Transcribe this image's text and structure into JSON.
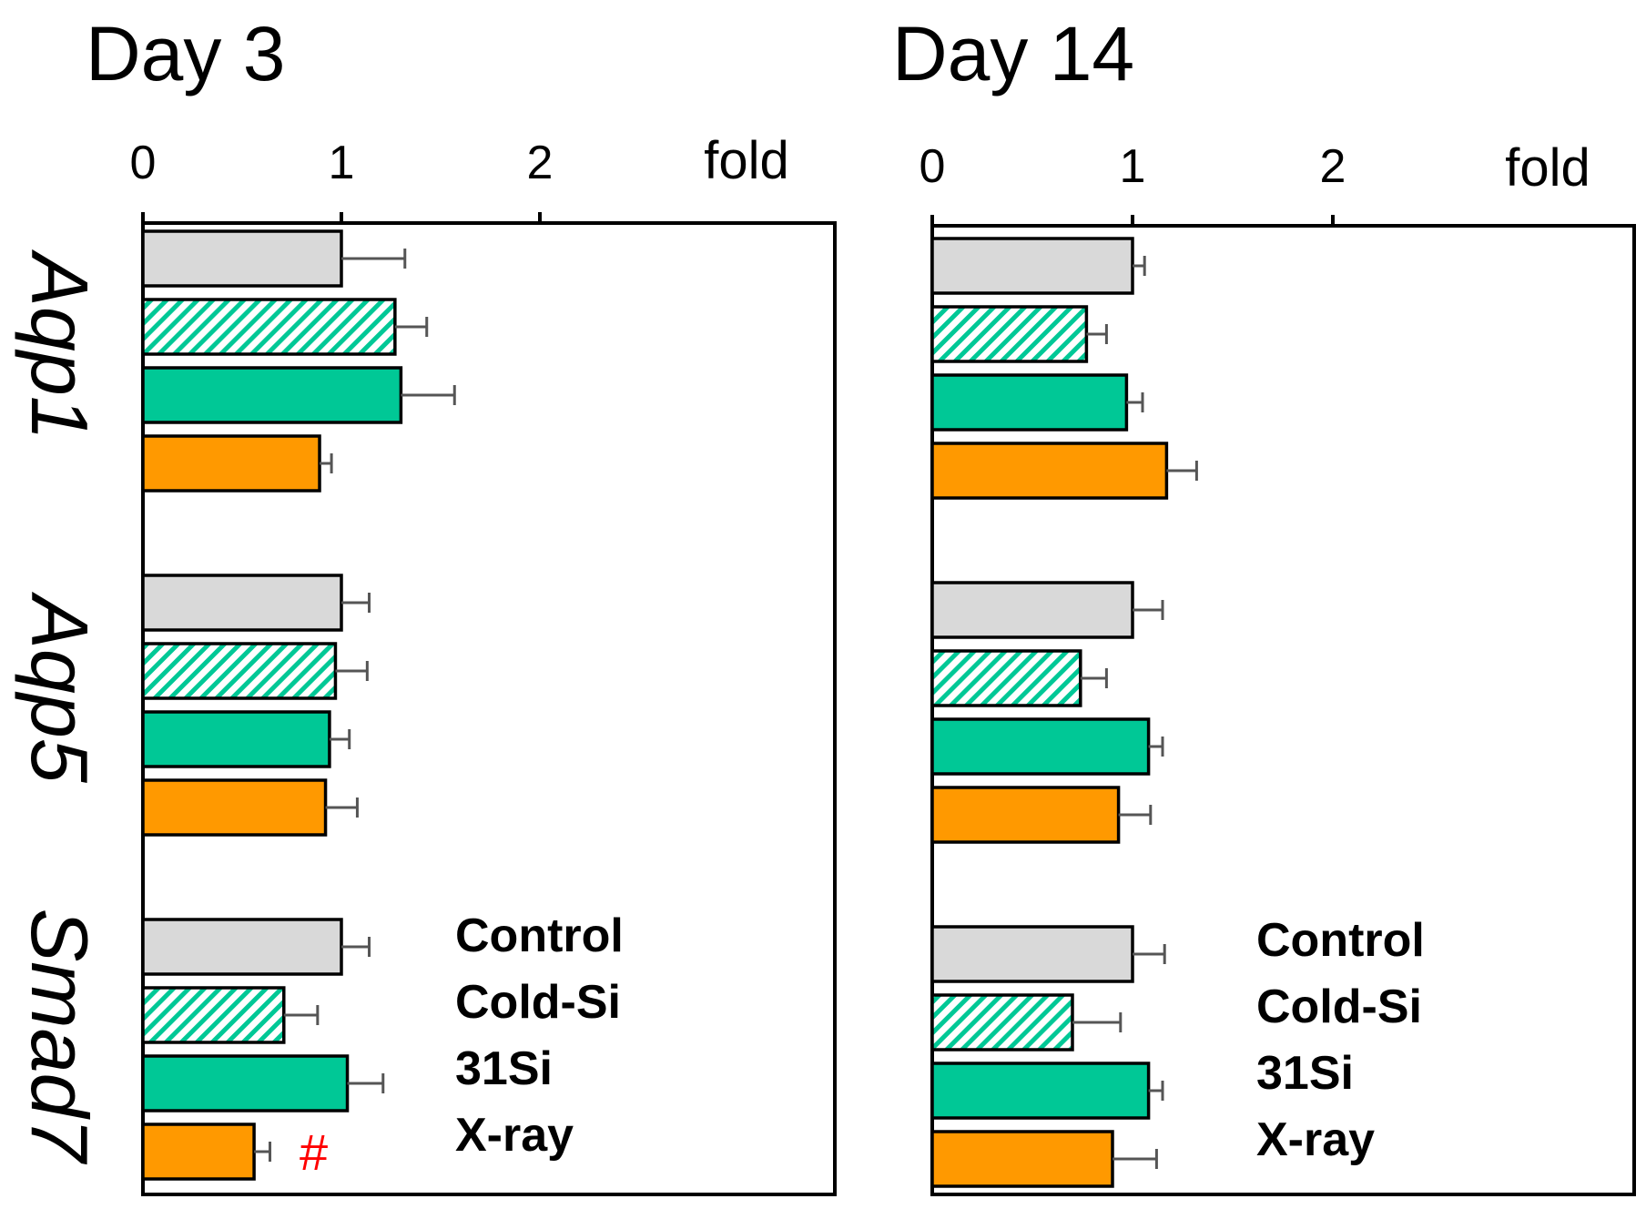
{
  "chart_data": [
    {
      "type": "bar",
      "orientation": "horizontal",
      "title": "Day 3",
      "unit_label": "fold",
      "ticks": [
        0,
        1,
        2
      ],
      "xlim": [
        0,
        3.5
      ],
      "groups": [
        "Aqp1",
        "Aqp5",
        "Smad7"
      ],
      "series": [
        {
          "name": "Control",
          "values": [
            1.0,
            1.0,
            1.0
          ],
          "errors": [
            0.32,
            0.14,
            0.14
          ],
          "color": "#d9d9d9",
          "pattern": "solid"
        },
        {
          "name": "Cold-Si",
          "values": [
            1.27,
            0.97,
            0.71
          ],
          "errors": [
            0.16,
            0.16,
            0.17
          ],
          "color": "#00c896",
          "pattern": "hatched"
        },
        {
          "name": "31Si",
          "values": [
            1.3,
            0.94,
            1.03
          ],
          "errors": [
            0.27,
            0.1,
            0.18
          ],
          "color": "#00c896",
          "pattern": "solid"
        },
        {
          "name": "X-ray",
          "values": [
            0.89,
            0.92,
            0.56
          ],
          "errors": [
            0.06,
            0.16,
            0.08
          ],
          "color": "#ff9900",
          "pattern": "solid"
        }
      ],
      "annotations": [
        {
          "group": "Smad7",
          "series": "X-ray",
          "text": "#",
          "color": "#ff0000"
        }
      ]
    },
    {
      "type": "bar",
      "orientation": "horizontal",
      "title": "Day 14",
      "unit_label": "fold",
      "ticks": [
        0,
        1,
        2
      ],
      "xlim": [
        0,
        3.5
      ],
      "groups": [
        "Aqp1",
        "Aqp5",
        "Smad7"
      ],
      "series": [
        {
          "name": "Control",
          "values": [
            1.0,
            1.0,
            1.0
          ],
          "errors": [
            0.06,
            0.15,
            0.16
          ],
          "color": "#d9d9d9",
          "pattern": "solid"
        },
        {
          "name": "Cold-Si",
          "values": [
            0.77,
            0.74,
            0.7
          ],
          "errors": [
            0.1,
            0.13,
            0.24
          ],
          "color": "#00c896",
          "pattern": "hatched"
        },
        {
          "name": "31Si",
          "values": [
            0.97,
            1.08,
            1.08
          ],
          "errors": [
            0.08,
            0.07,
            0.07
          ],
          "color": "#00c896",
          "pattern": "solid"
        },
        {
          "name": "X-ray",
          "values": [
            1.17,
            0.93,
            0.9
          ],
          "errors": [
            0.15,
            0.16,
            0.22
          ],
          "color": "#ff9900",
          "pattern": "solid"
        }
      ],
      "annotations": []
    }
  ],
  "legend_labels": [
    "Control",
    "Cold-Si",
    "31Si",
    "X-ray"
  ]
}
